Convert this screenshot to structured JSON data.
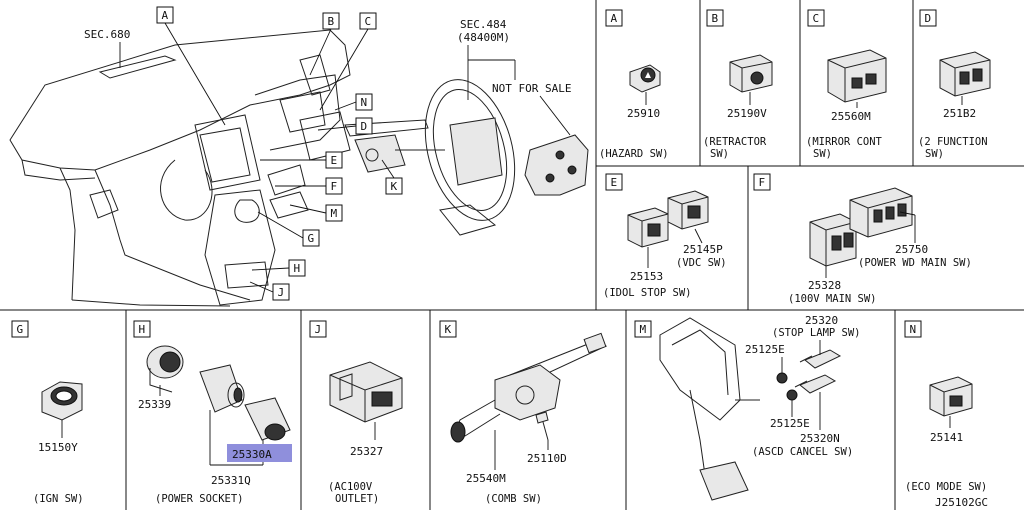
{
  "overview": {
    "sec_680": "SEC.680",
    "sec_484": "SEC.484",
    "sec_484_sub": "(48400M)",
    "not_for_sale": "NOT FOR SALE",
    "callouts": [
      "A",
      "B",
      "C",
      "N",
      "D",
      "E",
      "F",
      "K",
      "M",
      "G",
      "H",
      "J"
    ]
  },
  "panels": {
    "A": {
      "letter": "A",
      "part": "25910",
      "caption1": "(HAZARD SW)"
    },
    "B": {
      "letter": "B",
      "part": "25190V",
      "caption1": "(RETRACTOR",
      "caption2": "SW)"
    },
    "C": {
      "letter": "C",
      "part": "25560M",
      "caption1": "(MIRROR CONT",
      "caption2": "SW)"
    },
    "D": {
      "letter": "D",
      "part": "251B2",
      "caption1": "(2 FUNCTION",
      "caption2": "SW)"
    },
    "E": {
      "letter": "E",
      "part1": "25145P",
      "part1_caption": "(VDC SW)",
      "part2": "25153",
      "caption1": "(IDOL STOP SW)"
    },
    "F": {
      "letter": "F",
      "part1": "25750",
      "part1_caption": "(POWER WD MAIN SW)",
      "part2": "25328",
      "caption1": "(100V MAIN SW)"
    },
    "G": {
      "letter": "G",
      "part": "15150Y",
      "caption1": "(IGN SW)"
    },
    "H": {
      "letter": "H",
      "part1": "25339",
      "part2": "25330A",
      "part3": "25331Q",
      "caption1": "(POWER SOCKET)"
    },
    "J": {
      "letter": "J",
      "part": "25327",
      "caption1": "(AC100V",
      "caption2": "OUTLET)"
    },
    "K": {
      "letter": "K",
      "part1": "25540M",
      "part2": "25110D",
      "caption1": "(COMB SW)"
    },
    "M": {
      "letter": "M",
      "part_a": "25320",
      "part_a_caption": "(STOP LAMP SW)",
      "part_b": "25125E",
      "part_c": "25125E",
      "part_d": "25320N",
      "part_d_caption": "(ASCD CANCEL SW)"
    },
    "N": {
      "letter": "N",
      "part": "25141",
      "caption1": "(ECO MODE SW)"
    }
  },
  "diagram_id": "J25102GC",
  "colors": {
    "highlight": "#8f8fdc",
    "line": "#111111"
  }
}
